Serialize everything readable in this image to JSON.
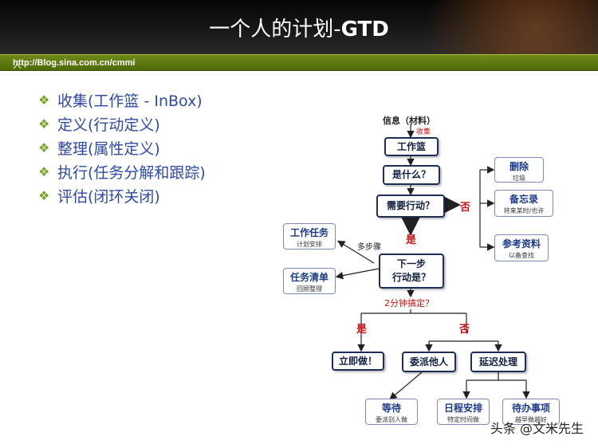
{
  "header": {
    "title_cn": "一个人的计划-",
    "title_bold": "GTD",
    "blog_name": "人月神话的博客",
    "blog_url": "http://Blog.sina.com.cn/cmmi"
  },
  "bullets": [
    "收集(工作篮 - InBox)",
    "定义(行动定义)",
    "整理(属性定义)",
    "执行(任务分解和跟踪)",
    "评估(闭环关闭)"
  ],
  "flow": {
    "info": "信息（材料）",
    "collect": "收集",
    "inbox": "工作篮",
    "what": "是什么？",
    "need_action": "需要行动？",
    "no": "否",
    "yes": "是",
    "delete": "删除",
    "delete_sub": "垃圾",
    "memo": "备忘录",
    "memo_sub": "将来某时/也许",
    "reference": "参考资料",
    "reference_sub": "以备查找",
    "work_task": "工作任务",
    "work_task_sub": "计划安排",
    "task_list": "任务清单",
    "task_list_sub": "回顾整理",
    "multi_step": "多步骤",
    "next_step": "下一步",
    "next_action": "行动是？",
    "two_min": "2分钟搞定？",
    "do_now": "立即做！",
    "delegate": "委派他人",
    "defer": "延迟处理",
    "wait": "等待",
    "wait_sub": "委派别人做",
    "schedule": "日程安排",
    "schedule_sub": "特定时间做",
    "todo": "待办事项",
    "todo_sub": "越早做越好"
  },
  "watermark": "头条 @文米先生",
  "colors": {
    "bullet_text": "#2e4aa8",
    "bullet_marker": "#7aa024",
    "accent_red": "#cc1010",
    "subbar": "#5d7a10"
  }
}
